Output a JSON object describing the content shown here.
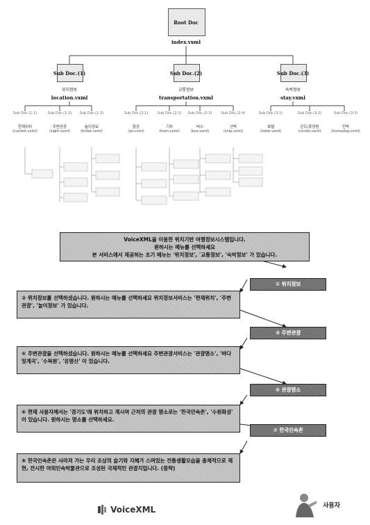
{
  "tree": {
    "root": {
      "label": "Root Doc",
      "file": "index.vxml"
    },
    "subs": [
      {
        "label": "Sub Doc.(1)",
        "name": "위치정보",
        "file": "location.vxml",
        "leaves": [
          {
            "caption": "Sub Doc.(1-1)",
            "name": "현재위치",
            "file": "(current.vxml)"
          },
          {
            "caption": "Sub Doc.(1-2)",
            "name": "주변관광",
            "file": "(sight.vxml)"
          },
          {
            "caption": "Sub Doc.(1-3)",
            "name": "놀이정보",
            "file": "(ticket.vxml)"
          }
        ]
      },
      {
        "label": "Sub Doc.(2)",
        "name": "교통정보",
        "file": "transportation.vxml",
        "leaves": [
          {
            "caption": "Sub Doc.(2-1)",
            "name": "항공",
            "file": "(air.vxml)"
          },
          {
            "caption": "Sub Doc.(2-2)",
            "name": "기차",
            "file": "(train.vxml)"
          },
          {
            "caption": "Sub Doc.(2-3)",
            "name": "버스",
            "file": "(bus.vxml)"
          },
          {
            "caption": "Sub Doc.(2-4)",
            "name": "선박",
            "file": "(ship.vxml)"
          }
        ]
      },
      {
        "label": "Sub Doc.(3)",
        "name": "숙박정보",
        "file": "stay.vxml",
        "leaves": [
          {
            "caption": "Sub Doc.(3-1)",
            "name": "호텔",
            "file": "(hotel.vxml)"
          },
          {
            "caption": "Sub Doc.(3-2)",
            "name": "콘도/휴양림",
            "file": "(condo.vxml)"
          },
          {
            "caption": "Sub Doc.(3-3)",
            "name": "민박",
            "file": "(homestay.vxml)"
          }
        ]
      }
    ]
  },
  "dialog": {
    "intro": [
      "VoiceXML을 이용한 위치기반 여행정보시스템입니다.",
      "원하시는 메뉴를 선택하세요",
      "본 서비스에서 제공하는 초기 메뉴는 '위치정보', '교통정보', '숙박정보' 가 있습니다."
    ],
    "user_choices": [
      "① 위치정보",
      "③ 주변관광",
      "⑤ 관광명소",
      "⑦ 한국민속촌"
    ],
    "system_replies": [
      "② 위치정보를 선택하셨습니다. 원하시는 메뉴를 선택하세요 위치정보서비스는 '현재위치', '주변관광', '놀이정보' 가 있습니다.",
      "④ 주변관광을 선택하셨습니다. 원하시는 메뉴를 선택하세요 주변관광서비스는 '관광명소', '바다및계곡', '수목원', '유명산' 이 있습니다.",
      "⑥ 현재 사용자께서는 '경기도'에 위치하고 계시며 근처의 관광 명소로는 '한국민속촌', '수원화성' 이 있습니다. 원하시는 명소를 선택하세요.",
      "⑧ 한국민속촌은 사라져 가는 우리 조상의 슬기와 지혜가 스며있는 전통생활모습을 총체적으로 재현, 전시한 야외민속박물관으로 조성된 국제적인 관광지입니다. (중략)"
    ]
  },
  "footer": {
    "voicexml_label": "VoiceXML",
    "user_label": "사용자"
  }
}
